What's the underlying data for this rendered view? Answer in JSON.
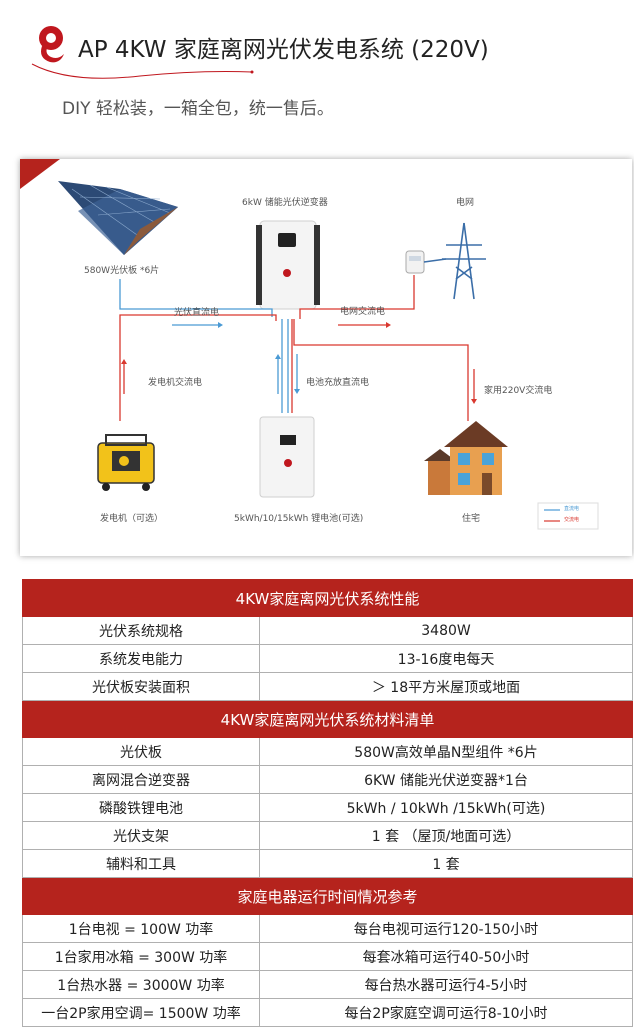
{
  "header": {
    "title": "AP 4KW 家庭离网光伏发电系统 (220V)",
    "subtitle": "DIY 轻松装，一箱全包，统一售后。",
    "brand_color": "#c0171e"
  },
  "diagram": {
    "inverter_label": "6kW 储能光伏逆变器",
    "grid_label": "电网",
    "panel_label": "580W光伏板 *6片",
    "pv_dc_label": "光伏直流电",
    "grid_ac_label": "电网交流电",
    "generator_ac_label": "发电机交流电",
    "battery_dc_label": "电池充放直流电",
    "home_ac_label": "家用220V交流电",
    "generator_label": "发电机（可选）",
    "battery_label": "5kWh/10/15kWh 锂电池(可选)",
    "house_label": "住宅",
    "legend": {
      "dc": "直流电",
      "ac": "交流电"
    },
    "colors": {
      "dc": "#4a9ad4",
      "ac": "#d9382f"
    }
  },
  "table": {
    "sections": [
      {
        "title": "4KW家庭离网光伏系统性能",
        "rows": [
          [
            "光伏系统规格",
            "3480W"
          ],
          [
            "系统发电能力",
            "13-16度电每天"
          ],
          [
            "光伏板安装面积",
            "＞ 18平方米屋顶或地面"
          ]
        ]
      },
      {
        "title": "4KW家庭离网光伏系统材料清单",
        "rows": [
          [
            "光伏板",
            "580W高效单晶N型组件 *6片"
          ],
          [
            "离网混合逆变器",
            "6KW 储能光伏逆变器*1台"
          ],
          [
            "磷酸铁锂电池",
            "5kWh / 10kWh /15kWh(可选)"
          ],
          [
            "光伏支架",
            "1 套 （屋顶/地面可选）"
          ],
          [
            "辅料和工具",
            "1 套"
          ]
        ]
      },
      {
        "title": "家庭电器运行时间情况参考",
        "rows": [
          [
            "1台电视 = 100W 功率",
            "每台电视可运行120-150小时"
          ],
          [
            "1台家用冰箱 = 300W 功率",
            "每套冰箱可运行40-50小时"
          ],
          [
            "1台热水器 = 3000W 功率",
            "每台热水器可运行4-5小时"
          ],
          [
            "一台2P家用空调= 1500W 功率",
            "每台2P家庭空调可运行8-10小时"
          ]
        ]
      }
    ]
  }
}
